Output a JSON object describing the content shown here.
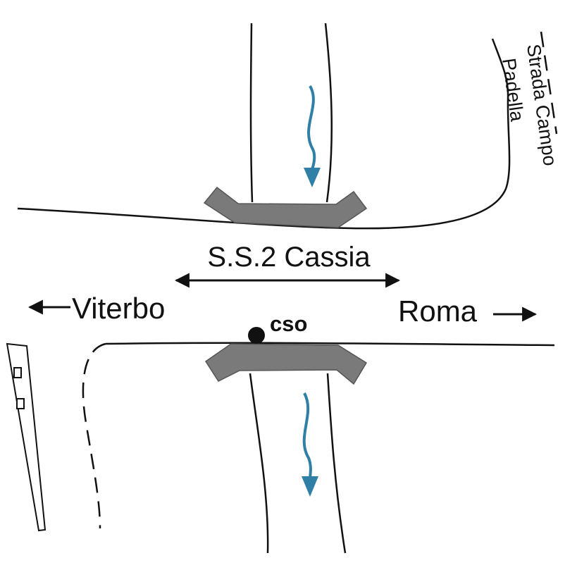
{
  "labels": {
    "road_name": "S.S.2 Cassia",
    "left_destination": "Viterbo",
    "right_destination": "Roma",
    "marker": "cso",
    "side_road_line1": "Strada Campo",
    "side_road_line2": "Padella"
  },
  "colors": {
    "line": "#111111",
    "bridge_fill": "#7a7a7a",
    "bridge_stroke": "#555555",
    "flow_arrow": "#2f7fa6"
  },
  "icons": {
    "flow_upstream": "flow-arrow-icon",
    "flow_downstream": "flow-arrow-icon",
    "direction_left": "arrow-left-icon",
    "direction_right": "arrow-right-icon"
  }
}
